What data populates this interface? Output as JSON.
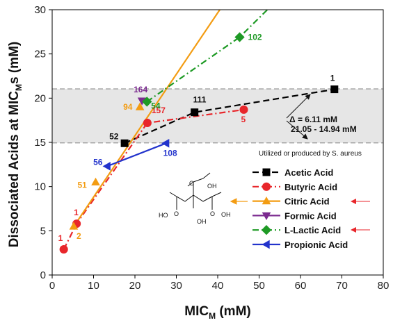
{
  "chart_data": {
    "type": "scatter",
    "title": "",
    "xlabel": "MIC",
    "xlabel_sub": "M",
    "xlabel_unit": " (mM)",
    "ylabel": "Dissociated Acids at MIC",
    "ylabel_sub": "M",
    "ylabel_unit": "s (mM)",
    "xlim": [
      0,
      80
    ],
    "ylim": [
      0,
      30
    ],
    "xticks": [
      0,
      10,
      20,
      30,
      40,
      50,
      60,
      70,
      80
    ],
    "yticks": [
      0,
      5,
      10,
      15,
      20,
      25,
      30
    ],
    "grid": false,
    "legend_header": "Utilized or produced by S. aureus",
    "series": [
      {
        "name": "Acetic Acid",
        "color": "#000000",
        "marker": "square",
        "dash": "dash",
        "points": [
          {
            "x": 17.5,
            "y": 14.9,
            "label": "52"
          },
          {
            "x": 34.4,
            "y": 18.4,
            "label": "111"
          },
          {
            "x": 68.2,
            "y": 21.0,
            "label": "1"
          }
        ],
        "line": [
          [
            17.5,
            14.9
          ],
          [
            34.4,
            18.4
          ],
          [
            68.2,
            21.0
          ]
        ]
      },
      {
        "name": "Butyric Acid",
        "color": "#e8262b",
        "marker": "circle",
        "dash": "dashdot",
        "points": [
          {
            "x": 2.8,
            "y": 2.9,
            "label": "1"
          },
          {
            "x": 5.9,
            "y": 5.8,
            "label": "1"
          },
          {
            "x": 23.0,
            "y": 17.2,
            "label": "157"
          },
          {
            "x": 46.3,
            "y": 18.7,
            "label": "5"
          }
        ],
        "line": [
          [
            2.8,
            2.9
          ],
          [
            5.9,
            5.8
          ],
          [
            23.0,
            17.2
          ],
          [
            46.3,
            18.7
          ]
        ]
      },
      {
        "name": "Citric Acid",
        "color": "#f39c12",
        "marker": "triangle-up",
        "dash": "solid",
        "points": [
          {
            "x": 5.2,
            "y": 5.5,
            "label": "2"
          },
          {
            "x": 10.5,
            "y": 10.5,
            "label": "51"
          },
          {
            "x": 21.2,
            "y": 19.0,
            "label": "94"
          }
        ],
        "line": [
          [
            4.8,
            5.2
          ],
          [
            40.5,
            30.0
          ]
        ]
      },
      {
        "name": "Formic Acid",
        "color": "#7b2a8f",
        "marker": "triangle-down",
        "dash": "solid",
        "points": [
          {
            "x": 21.7,
            "y": 19.7,
            "label": "164"
          }
        ],
        "line": []
      },
      {
        "name": "L-Lactic Acid",
        "color": "#1e9a25",
        "marker": "diamond",
        "dash": "dashdot",
        "points": [
          {
            "x": 22.9,
            "y": 19.6,
            "label": "54"
          },
          {
            "x": 45.3,
            "y": 26.9,
            "label": "102"
          }
        ],
        "line": [
          [
            22.9,
            19.6
          ],
          [
            45.3,
            26.9
          ],
          [
            52.0,
            30.0
          ]
        ]
      },
      {
        "name": "Propionic Acid",
        "color": "#2233cc",
        "marker": "triangle-left",
        "dash": "solid",
        "points": [
          {
            "x": 13.3,
            "y": 12.3,
            "label": "56"
          },
          {
            "x": 27.5,
            "y": 14.9,
            "label": "108"
          }
        ],
        "line": [
          [
            13.3,
            12.3
          ],
          [
            27.5,
            14.9
          ]
        ]
      }
    ],
    "band": {
      "y0": 14.94,
      "y1": 21.05
    },
    "delta_annotation": {
      "line1": "Δ = 6.11 mM",
      "line2": "21.05 - 14.94 mM"
    },
    "structure_labels": {
      "oh": "OH",
      "ho": "HO",
      "o": "O"
    }
  }
}
